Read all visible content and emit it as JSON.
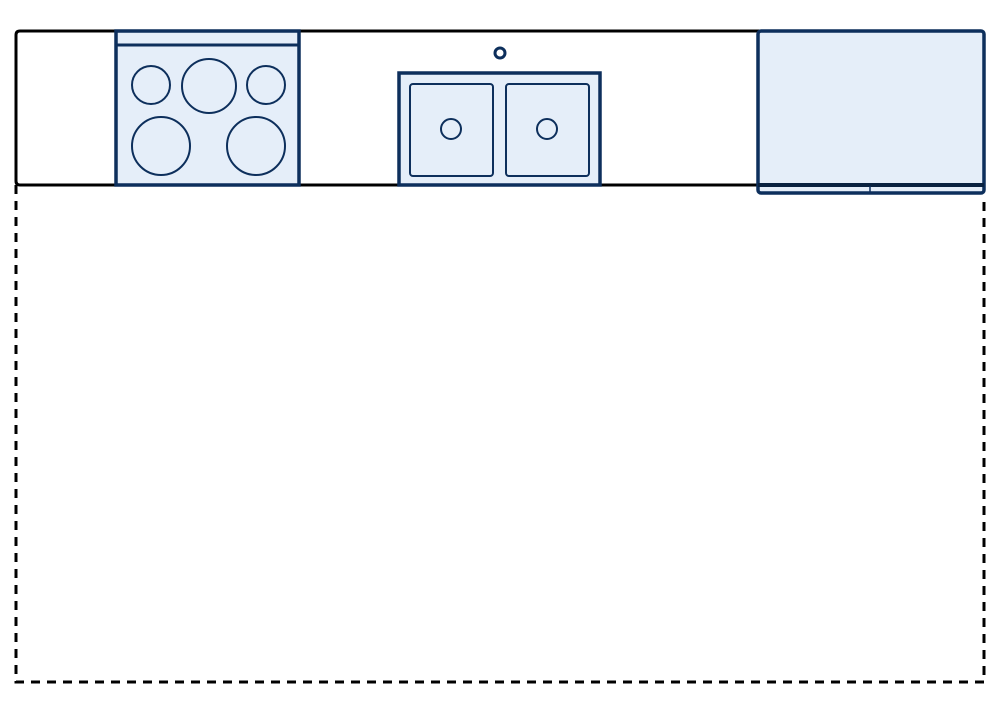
{
  "colors": {
    "wall": "#000000",
    "appliance_stroke": "#0d2f5c",
    "appliance_fill": "#e5eef9",
    "background": "#ffffff"
  },
  "appliances": [
    "stove",
    "sink",
    "refrigerator"
  ],
  "stove": {
    "burner_count": 5
  },
  "sink": {
    "basin_count": 2
  }
}
